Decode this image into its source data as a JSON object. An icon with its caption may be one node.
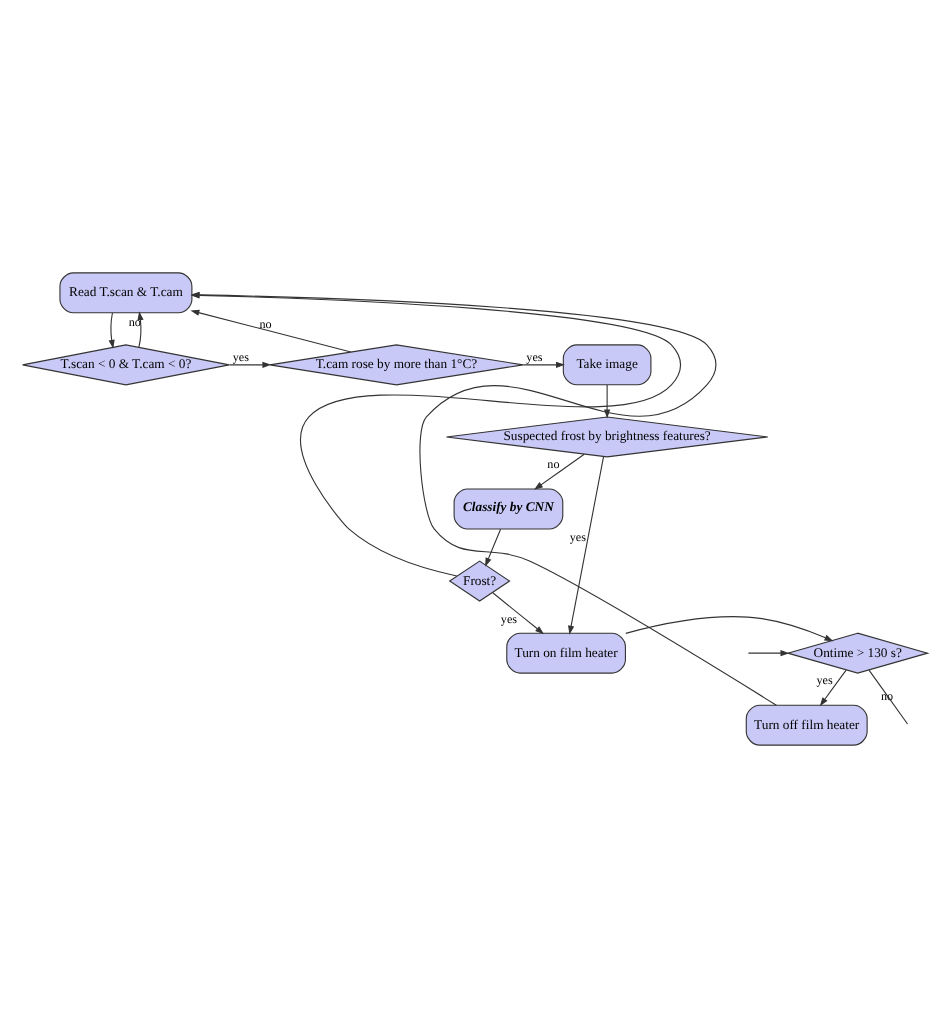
{
  "diagram": {
    "nodes": [
      {
        "text": [
          "Read T.scan & T.cam"
        ]
      },
      {
        "text": [
          "T.scan < 0 & T.cam < 0?"
        ]
      },
      {
        "text": [
          "T.cam rose by more than 1°C?"
        ]
      },
      {
        "text": [
          "Take image"
        ]
      },
      {
        "text": [
          "Suspected frost by brightness features?"
        ]
      },
      {
        "text": [
          "Classify by CNN"
        ]
      },
      {
        "text": [
          "Frost?"
        ]
      },
      {
        "text": [
          "Turn on film heater"
        ]
      },
      {
        "text": [
          "Ontime > 130 s?"
        ]
      },
      {
        "text": [
          "Turn off film heater"
        ]
      }
    ],
    "edges": [
      {
        "from": 0,
        "to": 1,
        "arrow": "to"
      },
      {
        "from": 1,
        "to": 2,
        "label": "yes",
        "arrow": "to"
      },
      {
        "from": 2,
        "to": 3,
        "label": "yes",
        "arrow": "to"
      },
      {
        "from": 1,
        "to": 0,
        "label": "no",
        "arrow": "to"
      },
      {
        "from": 2,
        "to": 0,
        "label": "no",
        "arrow": "to"
      },
      {
        "from": 3,
        "to": 4,
        "arrow": "to"
      },
      {
        "from": 4,
        "to": 7,
        "label": "yes",
        "arrow": "to"
      },
      {
        "from": 4,
        "to": 5,
        "label": "no",
        "arrow": "to"
      },
      {
        "from": 5,
        "to": 6,
        "arrow": "to"
      },
      {
        "from": 6,
        "to": 7,
        "label": "yes",
        "arrow": "to"
      },
      {
        "from": 6,
        "to": 0,
        "arrow": "to"
      },
      {
        "from": 7,
        "to": 8,
        "arrow": "to"
      },
      {
        "from": 8,
        "to": 9,
        "label": "yes",
        "arrow": "to"
      },
      {
        "from": 9,
        "to": 0,
        "arrow": "to"
      },
      {
        "from": 8,
        "to": null,
        "label": "no",
        "arrow": "none"
      },
      {
        "from": null,
        "to": 8,
        "arrow": "to"
      }
    ]
  }
}
